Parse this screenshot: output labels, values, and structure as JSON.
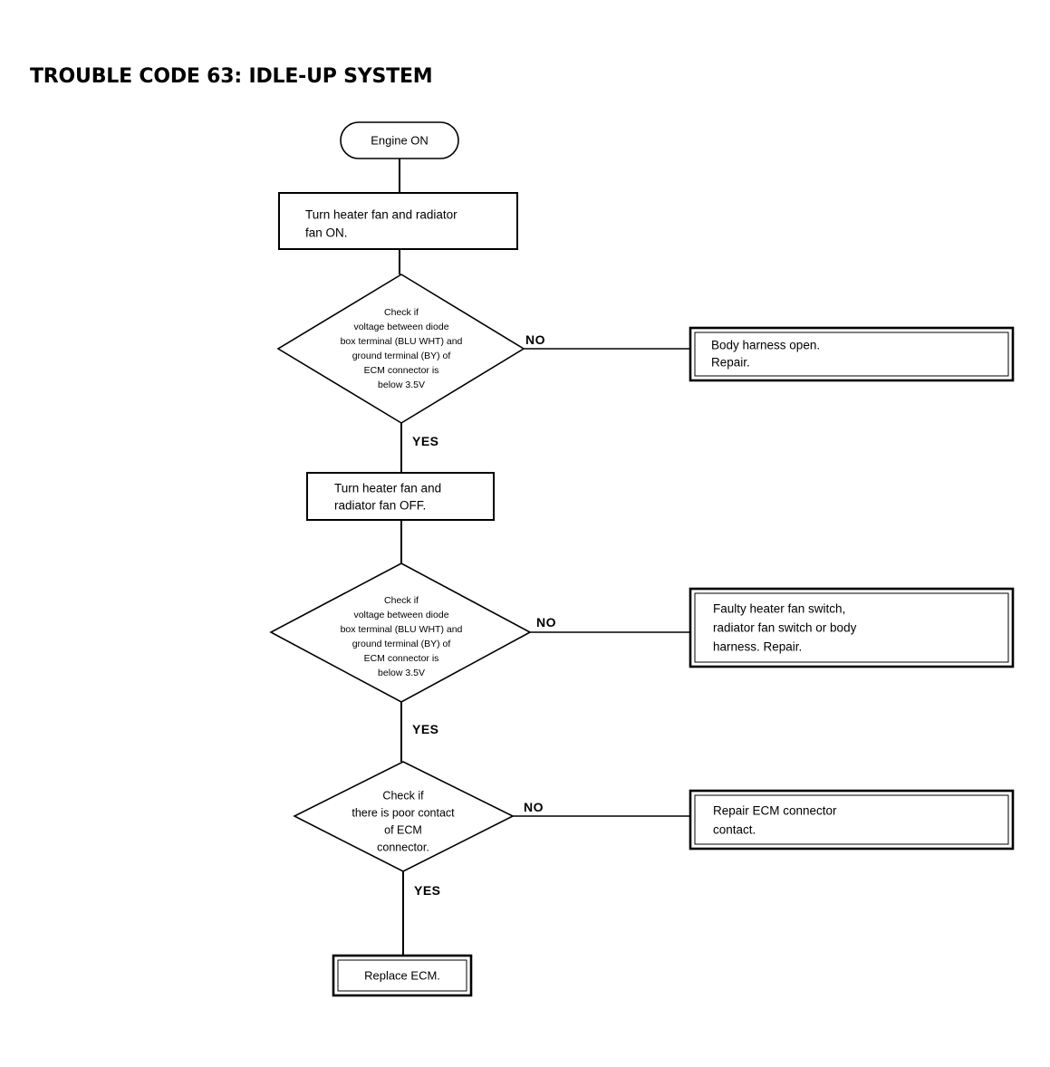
{
  "document": {
    "title": "TROUBLE CODE 63: IDLE-UP SYSTEM"
  },
  "flowchart": {
    "type": "diagnostic-flowchart",
    "start": {
      "id": "engine-on",
      "shape": "stadium",
      "label": "Engine ON"
    },
    "steps": [
      {
        "id": "step-fans-on",
        "shape": "process",
        "lines": [
          "Turn heater fan and radiator",
          "fan ON."
        ]
      },
      {
        "id": "decision-voltage-fans-on",
        "shape": "decision",
        "lines": [
          "Check if",
          "voltage between diode",
          "box terminal (BLU WHT) and",
          "ground terminal (BY) of",
          "ECM connector is",
          "below 3.5V"
        ],
        "yes_label": "YES",
        "no_label": "NO"
      },
      {
        "id": "step-fans-off",
        "shape": "process",
        "lines": [
          "Turn heater fan and",
          "radiator fan OFF."
        ]
      },
      {
        "id": "decision-voltage-fans-off",
        "shape": "decision",
        "lines": [
          "Check if",
          "voltage between diode",
          "box terminal (BLU WHT) and",
          "ground terminal (BY) of",
          "ECM connector is",
          "below 3.5V"
        ],
        "yes_label": "YES",
        "no_label": "NO"
      },
      {
        "id": "decision-ecm-contact",
        "shape": "decision",
        "lines": [
          "Check if",
          "there is poor contact",
          "of ECM",
          "connector."
        ],
        "yes_label": "YES",
        "no_label": "NO"
      }
    ],
    "outcomes": [
      {
        "id": "outcome-body-harness-open",
        "shape": "double-box",
        "lines": [
          "Body harness open.",
          "Repair."
        ]
      },
      {
        "id": "outcome-faulty-switch",
        "shape": "double-box",
        "lines": [
          "Faulty heater fan switch,",
          "radiator fan switch or body",
          "harness.  Repair."
        ]
      },
      {
        "id": "outcome-repair-ecm-connector",
        "shape": "double-box",
        "lines": [
          "Repair ECM connector",
          "contact."
        ]
      },
      {
        "id": "outcome-replace-ecm",
        "shape": "double-box",
        "lines": [
          "Replace ECM."
        ]
      }
    ],
    "colors": {
      "stroke": "#000000",
      "fill": "#ffffff",
      "text": "#000000"
    }
  }
}
